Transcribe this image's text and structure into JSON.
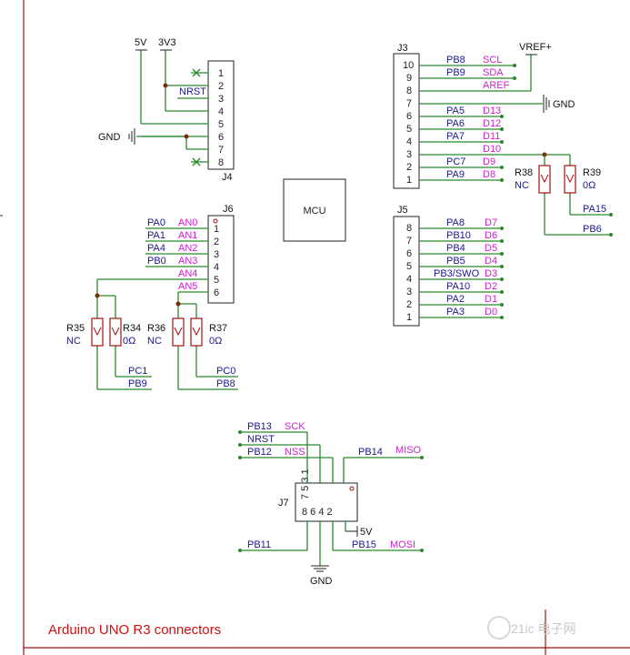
{
  "title": "Arduino UNO R3 connectors",
  "mcu_label": "MCU",
  "watermark": "21ic 电子网",
  "power": {
    "v5": "5V",
    "v33": "3V3",
    "gnd": "GND",
    "vref": "VREF+"
  },
  "j4": {
    "ref": "J4",
    "pins": [
      "1",
      "2",
      "3",
      "4",
      "5",
      "6",
      "7",
      "8"
    ],
    "nrst": "NRST"
  },
  "j3": {
    "ref": "J3",
    "pins": [
      "10",
      "9",
      "8",
      "7",
      "6",
      "5",
      "4",
      "3",
      "2",
      "1"
    ],
    "nets": [
      "PB8",
      "PB9",
      "",
      "",
      "PA5",
      "PA6",
      "PA7",
      "",
      "PC7",
      "PA9"
    ],
    "ard": [
      "SCL",
      "SDA",
      "AREF",
      "",
      "D13",
      "D12",
      "D11",
      "D10",
      "D9",
      "D8"
    ]
  },
  "j5": {
    "ref": "J5",
    "pins": [
      "8",
      "7",
      "6",
      "5",
      "4",
      "3",
      "2",
      "1"
    ],
    "nets": [
      "PA8",
      "PB10",
      "PB4",
      "PB5",
      "PB3/SWO",
      "PA10",
      "PA2",
      "PA3"
    ],
    "ard": [
      "D7",
      "D6",
      "D5",
      "D4",
      "D3",
      "D2",
      "D1",
      "D0"
    ]
  },
  "j6": {
    "ref": "J6",
    "pins": [
      "1",
      "2",
      "3",
      "4",
      "5",
      "6"
    ],
    "nets": [
      "PA0",
      "PA1",
      "PA4",
      "PB0",
      "",
      ""
    ],
    "ard": [
      "AN0",
      "AN1",
      "AN2",
      "AN3",
      "AN4",
      "AN5"
    ]
  },
  "resistors": {
    "r35": {
      "ref": "R35",
      "val": "NC"
    },
    "r34": {
      "ref": "R34",
      "val": "0Ω"
    },
    "r36": {
      "ref": "R36",
      "val": "NC"
    },
    "r37": {
      "ref": "R37",
      "val": "0Ω"
    },
    "r38": {
      "ref": "R38",
      "val": "NC"
    },
    "r39": {
      "ref": "R39",
      "val": "0Ω"
    }
  },
  "res_nets": {
    "pc1": "PC1",
    "pb9": "PB9",
    "pc0": "PC0",
    "pb8": "PB8",
    "pa15": "PA15",
    "pb6": "PB6"
  },
  "j7": {
    "ref": "J7",
    "top_pins": "7 5 3 1",
    "bot_pins": "8 6 4 2",
    "nets": {
      "pb13": "PB13",
      "nrst": "NRST",
      "pb12": "PB12",
      "pb14": "PB14",
      "pb11": "PB11",
      "pb15": "PB15"
    },
    "funcs": {
      "sck": "SCK",
      "nss": "NSS",
      "miso": "MISO",
      "mosi": "MOSI"
    },
    "v5": "5V",
    "gnd": "GND"
  }
}
